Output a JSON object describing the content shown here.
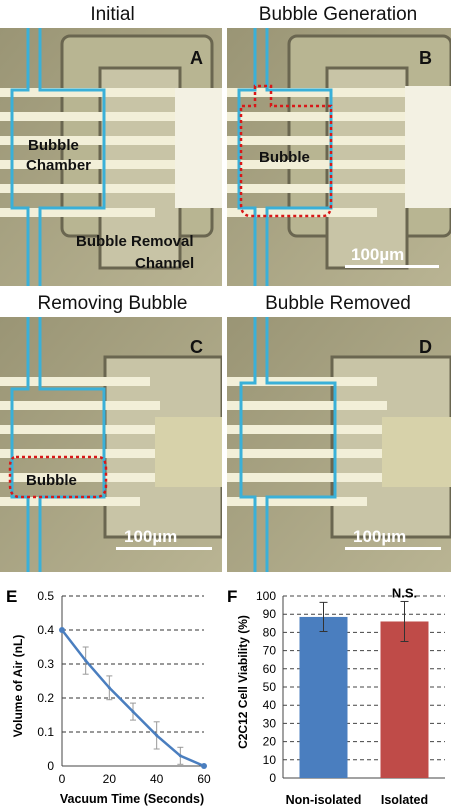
{
  "panels": {
    "A": {
      "letter": "A",
      "title": "Initial",
      "labels": [
        "Bubble",
        "Chamber",
        "Bubble Removal",
        "Channel"
      ]
    },
    "B": {
      "letter": "B",
      "title": "Bubble Generation",
      "labels": [
        "Bubble"
      ],
      "scale": "100µm"
    },
    "C": {
      "letter": "C",
      "title": "Removing Bubble",
      "labels": [
        "Bubble"
      ],
      "scale": "100µm"
    },
    "D": {
      "letter": "D",
      "title": "Bubble Removed",
      "scale": "100µm"
    }
  },
  "colors": {
    "channel": "#3ab0d8",
    "bubble_outline": "#d81818",
    "bar_blue": "#4a7ebf",
    "bar_red": "#bf4b48",
    "line": "#4a7ebf"
  },
  "chart_data": [
    {
      "panel": "E",
      "type": "line",
      "x": [
        0,
        10,
        20,
        30,
        40,
        50,
        60
      ],
      "y": [
        0.4,
        0.31,
        0.23,
        0.16,
        0.09,
        0.03,
        0.0
      ],
      "error": [
        0.0,
        0.04,
        0.035,
        0.025,
        0.04,
        0.025,
        0.0
      ],
      "xlabel": "Vacuum Time (Seconds)",
      "ylabel": "Volume of Air (nL)",
      "xticks": [
        "0",
        "20",
        "40",
        "60"
      ],
      "yticks": [
        "0",
        "0.1",
        "0.2",
        "0.3",
        "0.4",
        "0.5"
      ],
      "xlim": [
        0,
        60
      ],
      "ylim": [
        0,
        0.5
      ],
      "grid": true
    },
    {
      "panel": "F",
      "type": "bar",
      "categories": [
        "Non-isolated",
        "Isolated"
      ],
      "values": [
        88.5,
        86
      ],
      "error": [
        8,
        11
      ],
      "ylabel": "C2C12 Cell Viability (%)",
      "yticks": [
        "0",
        "10",
        "20",
        "30",
        "40",
        "50",
        "60",
        "70",
        "80",
        "90",
        "100"
      ],
      "ylim": [
        0,
        100
      ],
      "grid": true,
      "annotation": "N.S."
    }
  ]
}
